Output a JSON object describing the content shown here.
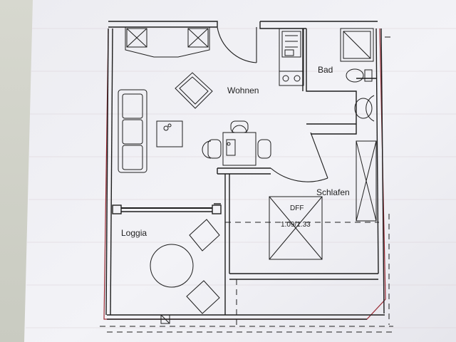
{
  "rooms": {
    "wohnen": "Wohnen",
    "bad": "Bad",
    "schlafen": "Schlafen",
    "loggia": "Loggia"
  },
  "skylight": {
    "label": "DFF",
    "size": "1.09/1.33"
  },
  "colors": {
    "paper": "#f2f2f6",
    "wall_line": "#1e1e1e",
    "outline_red": "#9a2a34",
    "background": "#cfd1c8"
  }
}
